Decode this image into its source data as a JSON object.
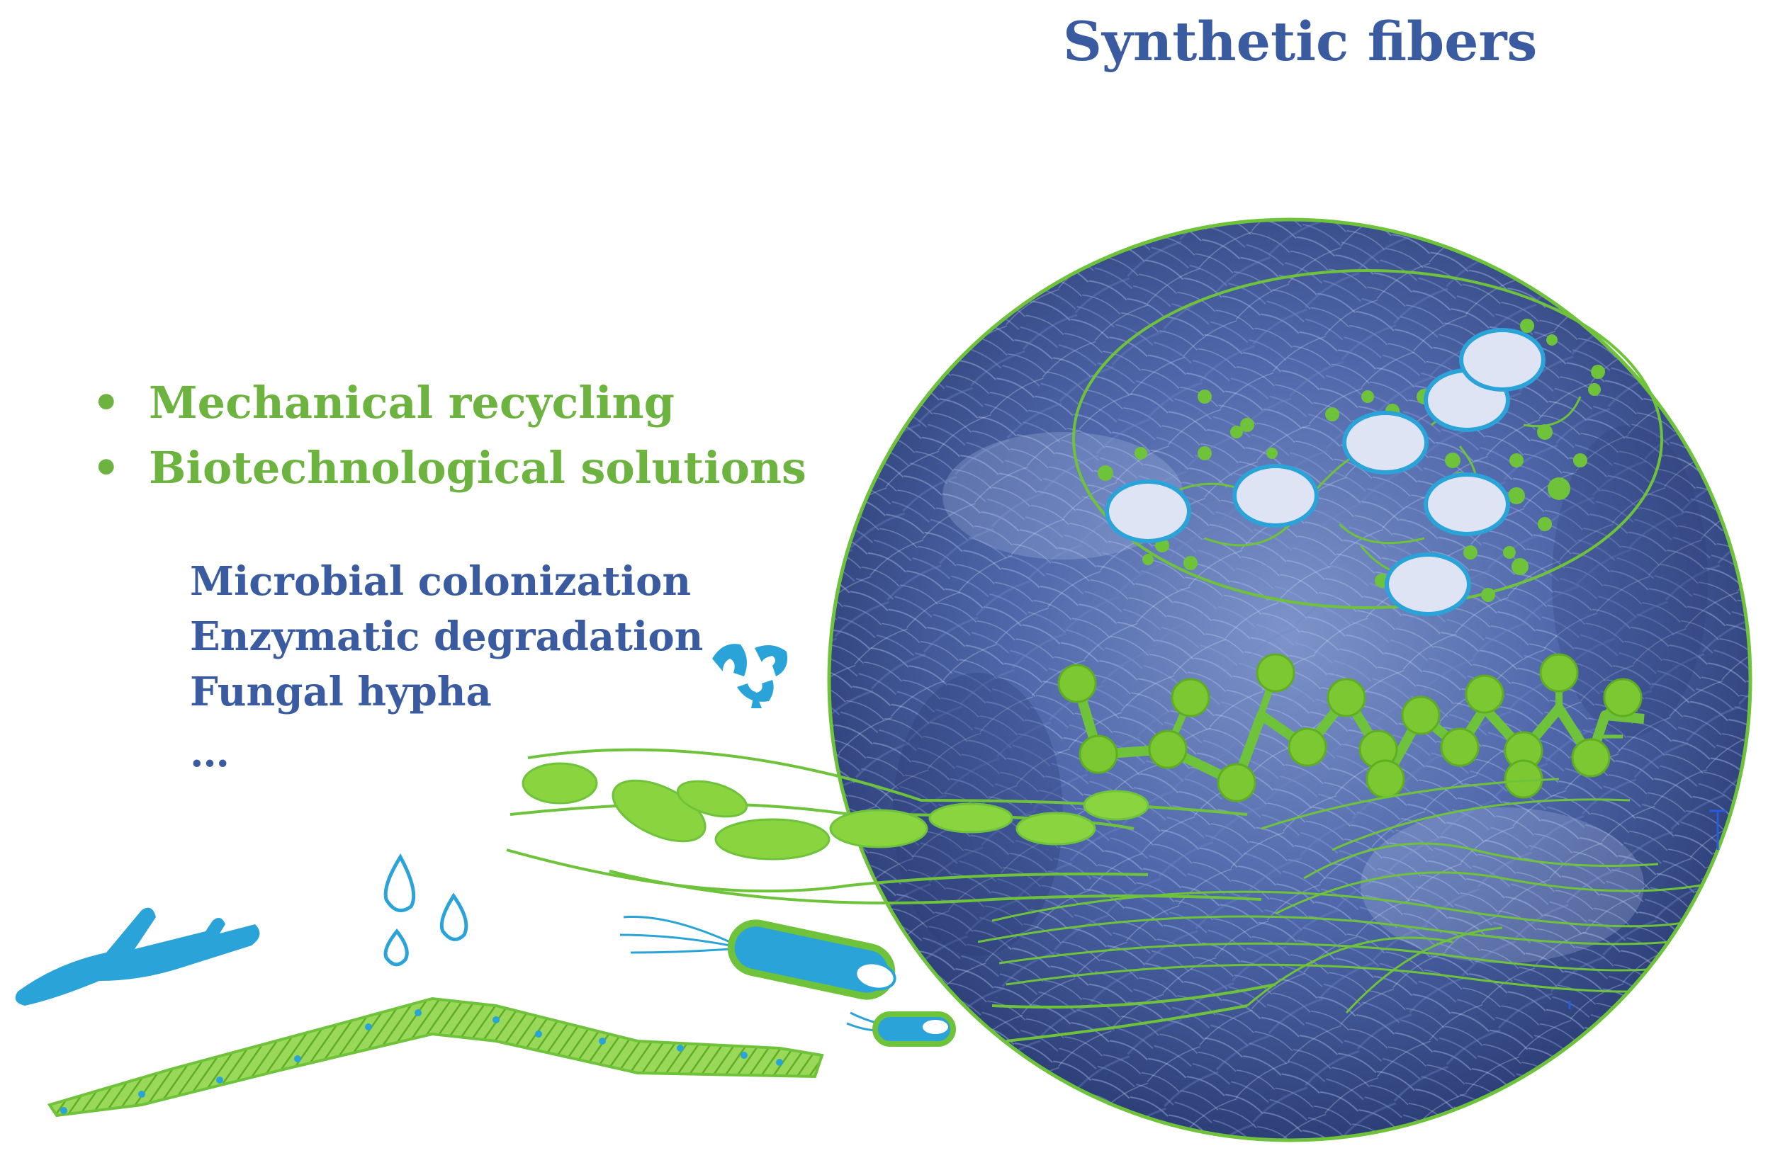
{
  "title": "Synthetic fibers",
  "bullets": [
    {
      "text": "Mechanical recycling"
    },
    {
      "text": "Biotechnological solutions"
    }
  ],
  "bullet_symbol": "•",
  "processes": [
    {
      "text": "Microbial colonization"
    },
    {
      "text": "Enzymatic degradation"
    },
    {
      "text": "Fungal hypha"
    },
    {
      "text": "…"
    }
  ],
  "colors": {
    "title_blue": "#3b5ba0",
    "bullet_green": "#6db33f",
    "fiber_blue": "#4a64a8",
    "microbe_green": "#7cc832",
    "microbe_blue": "#2aa3d8",
    "cell_fill": "#dfe4f5"
  },
  "icons": [
    "branch-icon",
    "water-drops-icon",
    "recycle-shapes-icon",
    "bacterium-icon",
    "filament-icon",
    "fiber-micrograph-icon",
    "polymer-chain-icon",
    "cell-cluster-icon"
  ]
}
